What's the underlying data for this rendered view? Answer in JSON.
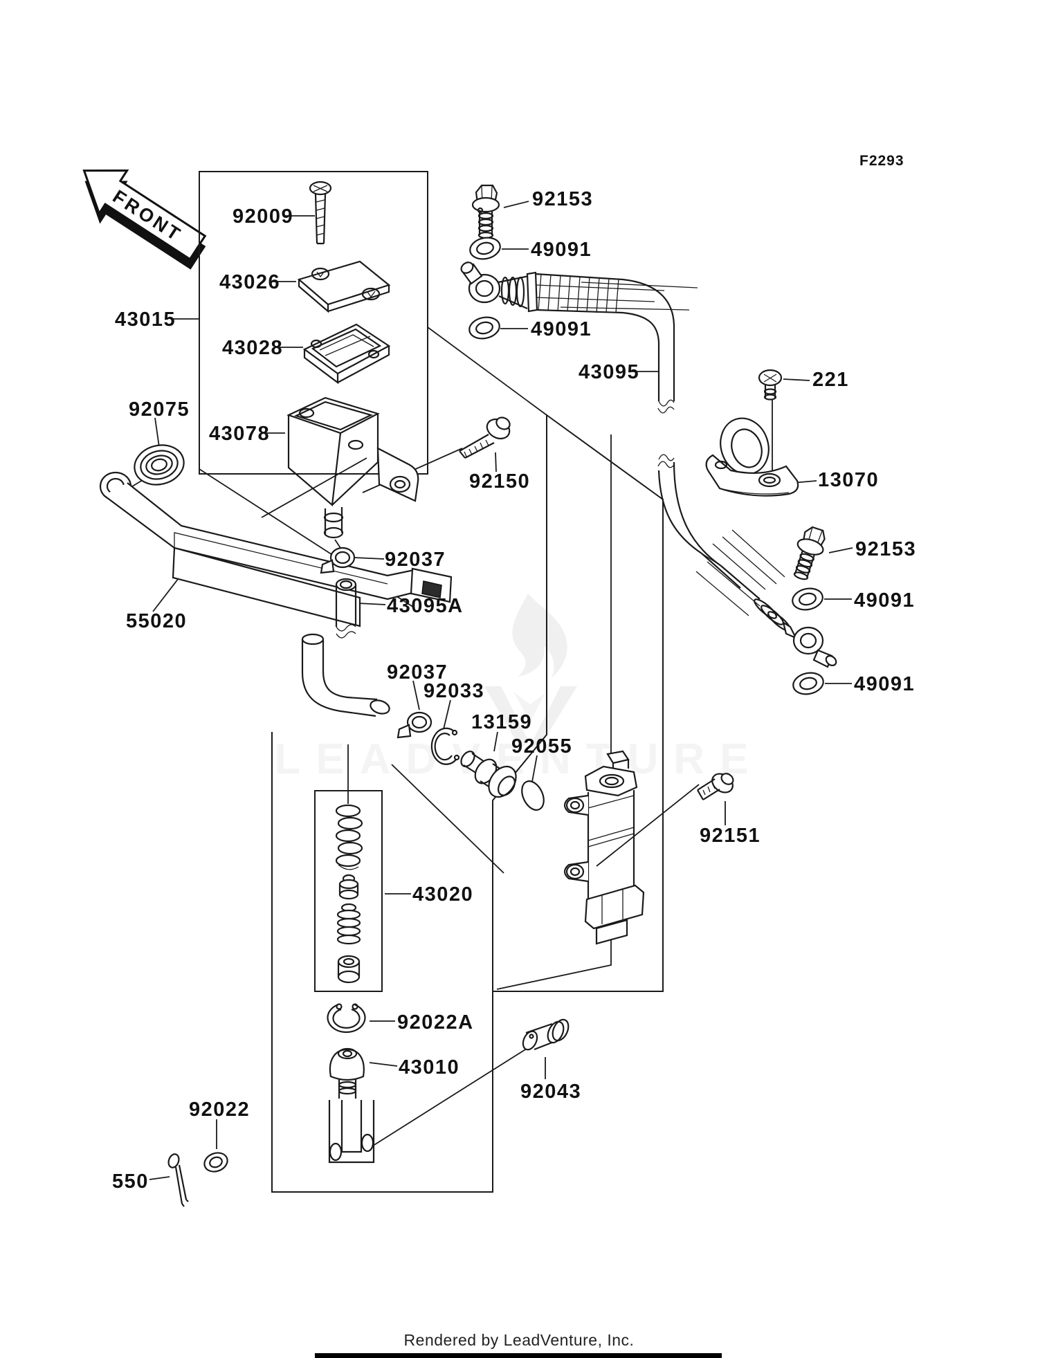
{
  "figure": {
    "code": "F2293"
  },
  "front_arrow": {
    "label": "FRONT"
  },
  "watermark": {
    "logo_text": "LEADVENTURE"
  },
  "footer": {
    "credit": "Rendered by LeadVenture, Inc."
  },
  "part_numbers": {
    "92009": "92009",
    "43026": "43026",
    "43015": "43015",
    "43028": "43028",
    "92075": "92075",
    "43078": "43078",
    "55020": "55020",
    "92150": "92150",
    "92037": "92037",
    "43095A": "43095A",
    "92033": "92033",
    "13159": "13159",
    "92055": "92055",
    "43020": "43020",
    "92022A": "92022A",
    "43010": "43010",
    "92022": "92022",
    "550": "550",
    "92043": "92043",
    "92153": "92153",
    "49091": "49091",
    "43095": "43095",
    "221": "221",
    "13070": "13070",
    "92151": "92151"
  }
}
